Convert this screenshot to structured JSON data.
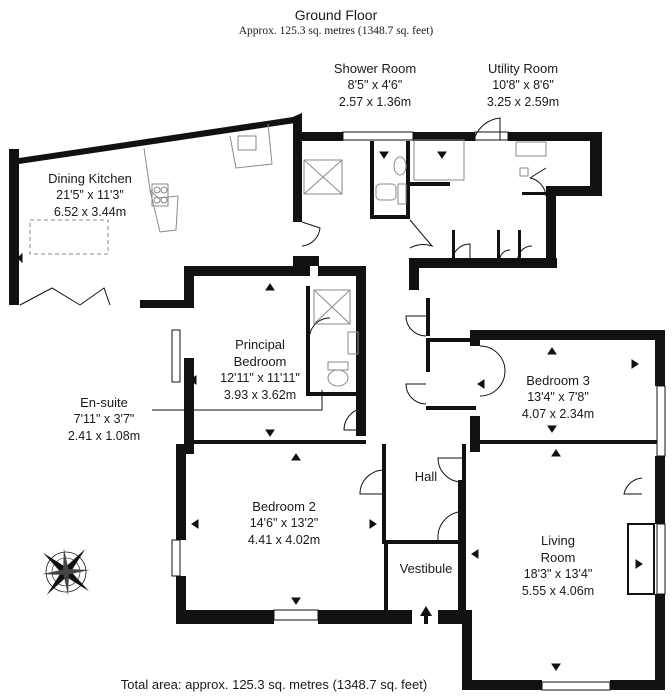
{
  "header": {
    "title": "Ground Floor",
    "subtitle": "Approx. 125.3 sq. metres (1348.7 sq. feet)"
  },
  "rooms": [
    {
      "name": "Dining Kitchen",
      "imperial": "21'5\" x 11'3\"",
      "metric": "6.52 x 3.44m"
    },
    {
      "name": "Shower Room",
      "imperial": "8'5\" x 4'6\"",
      "metric": "2.57 x 1.36m"
    },
    {
      "name": "Utility Room",
      "imperial": "10'8\" x 8'6\"",
      "metric": "3.25 x 2.59m"
    },
    {
      "name": "Principal",
      "name2": "Bedroom",
      "imperial": "12'11\" x 11'11\"",
      "metric": "3.93 x 3.62m"
    },
    {
      "name": "En-suite",
      "imperial": "7'11\" x 3'7\"",
      "metric": "2.41 x 1.08m"
    },
    {
      "name": "Bedroom 3",
      "imperial": "13'4\" x 7'8\"",
      "metric": "4.07 x 2.34m"
    },
    {
      "name": "Bedroom 2",
      "imperial": "14'6\" x 13'2\"",
      "metric": "4.41 x 4.02m"
    },
    {
      "name": "Living",
      "name2": "Room",
      "imperial": "18'3\" x 13'4\"",
      "metric": "5.55 x 4.06m"
    }
  ],
  "areas": {
    "hall": "Hall",
    "vestibule": "Vestibule"
  },
  "footer": {
    "total": "Total area: approx. 125.3 sq. metres (1348.7 sq. feet)"
  },
  "colors": {
    "wall": "#111111",
    "fixture": "#8a8a8a",
    "background": "#ffffff"
  },
  "icons": {
    "compass": "compass-rose-icon",
    "entrance": "entrance-arrow-icon"
  }
}
